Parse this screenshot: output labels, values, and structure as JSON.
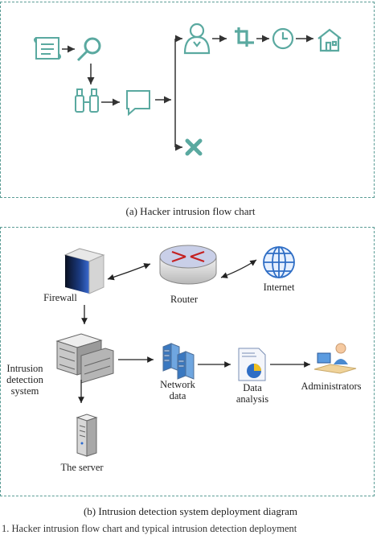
{
  "panel_a": {
    "caption": "(a) Hacker intrusion flow chart",
    "icons": {
      "document": "document-icon",
      "search": "magnifier-icon",
      "binoculars": "binoculars-icon",
      "chat": "speech-bubble-icon",
      "user": "user-icon",
      "crop": "crop-icon",
      "clock": "clock-icon",
      "home": "home-icon",
      "cross": "cross-icon"
    },
    "accent_color": "#5aa9a0"
  },
  "panel_b": {
    "caption": "(b) Intrusion detection system deployment diagram",
    "nodes": {
      "firewall": "Firewall",
      "router": "Router",
      "internet": "Internet",
      "ids_line1": "Intrusion",
      "ids_line2": "detection",
      "ids_line3": "system",
      "network_line1": "Network",
      "network_line2": "data",
      "analysis_line1": "Data",
      "analysis_line2": "analysis",
      "administrators": "Administrators",
      "server": "The server"
    }
  },
  "footer_text": "1. Hacker intrusion flow chart and typical intrusion detection deployment"
}
